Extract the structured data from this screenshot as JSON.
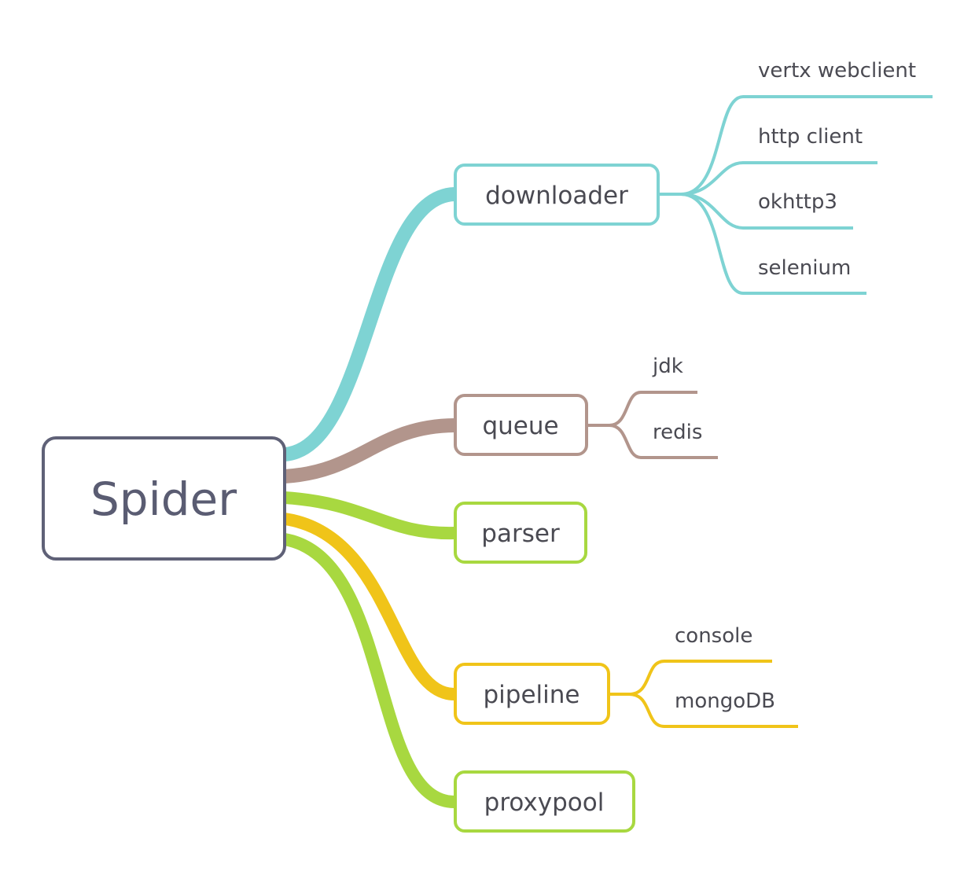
{
  "root": {
    "label": "Spider",
    "color": "#5f6177"
  },
  "branches": [
    {
      "label": "downloader",
      "color": "#7ed3d3",
      "leaves": [
        "vertx webclient",
        "http client",
        "okhttp3",
        "selenium"
      ]
    },
    {
      "label": "queue",
      "color": "#b2958c",
      "leaves": [
        "jdk",
        "redis"
      ]
    },
    {
      "label": "parser",
      "color": "#a8d840",
      "leaves": []
    },
    {
      "label": "pipeline",
      "color": "#f0c419",
      "leaves": [
        "console",
        "mongoDB"
      ]
    },
    {
      "label": "proxypool",
      "color": "#a8d840",
      "leaves": []
    }
  ]
}
